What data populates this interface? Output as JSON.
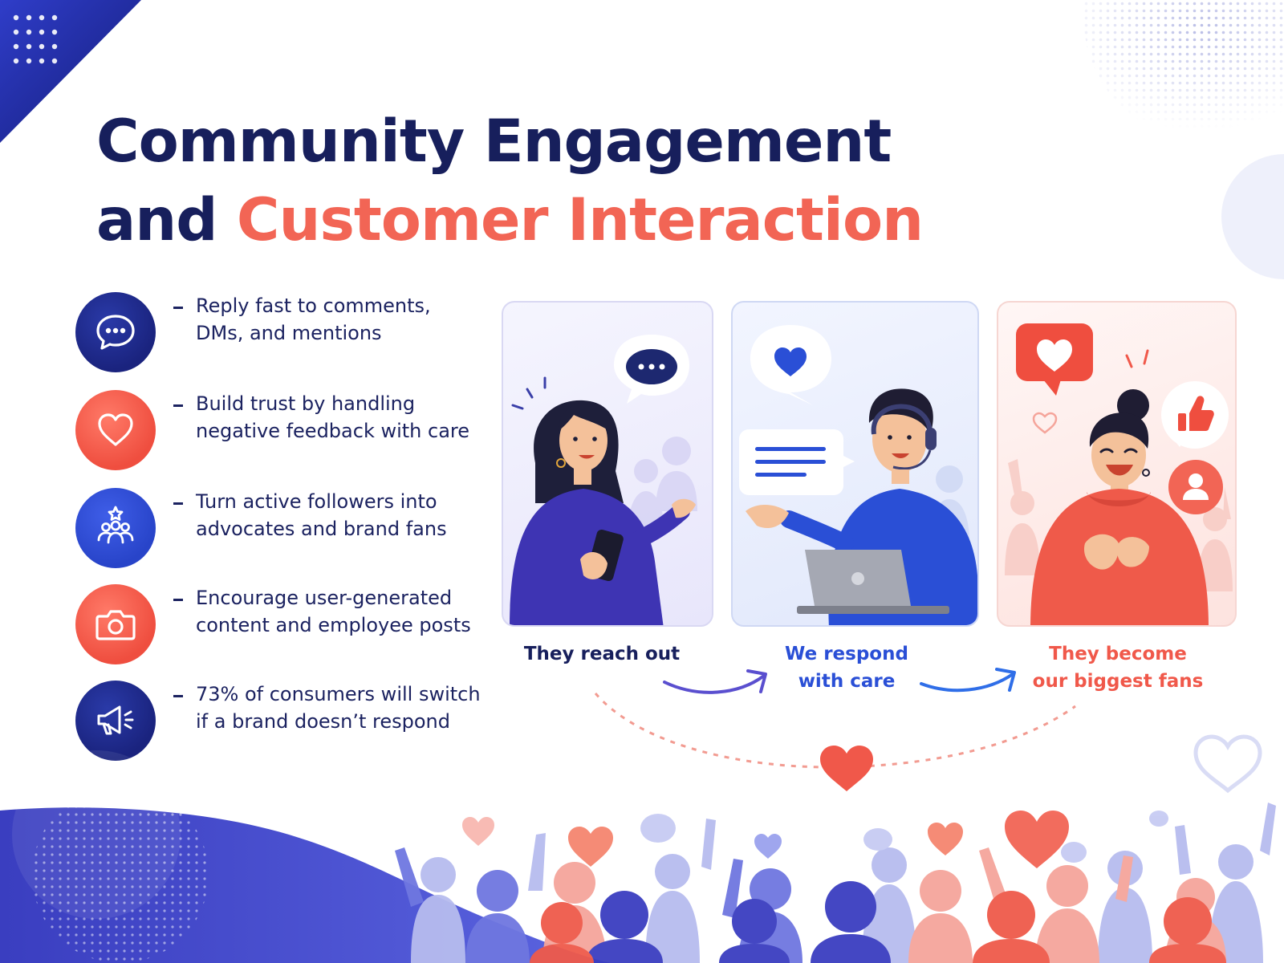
{
  "title": {
    "line1": "Community Engagement",
    "line2_part1": "and",
    "line2_part2": "Customer Interaction"
  },
  "colors": {
    "navy": "#171f5c",
    "coral": "#f26555",
    "blue": "#2a4fd6",
    "indigo": "#3b3fb8"
  },
  "bullets": [
    {
      "icon": "chat-bubble-icon",
      "line1": "Reply fast to comments,",
      "line2": "DMs, and mentions"
    },
    {
      "icon": "heart-icon",
      "line1": "Build trust by handling",
      "line2": "negative feedback with care"
    },
    {
      "icon": "community-star-icon",
      "line1": "Turn active followers into",
      "line2": "advocates and brand fans"
    },
    {
      "icon": "camera-icon",
      "line1": "Encourage user-generated",
      "line2": "content and employee posts"
    },
    {
      "icon": "megaphone-icon",
      "line1": "73% of consumers will switch",
      "line2": "if a brand doesn’t respond"
    }
  ],
  "steps": [
    {
      "line1": "They reach out",
      "line2": ""
    },
    {
      "line1": "We respond",
      "line2": "with care"
    },
    {
      "line1": "They become",
      "line2": "our biggest fans"
    }
  ]
}
